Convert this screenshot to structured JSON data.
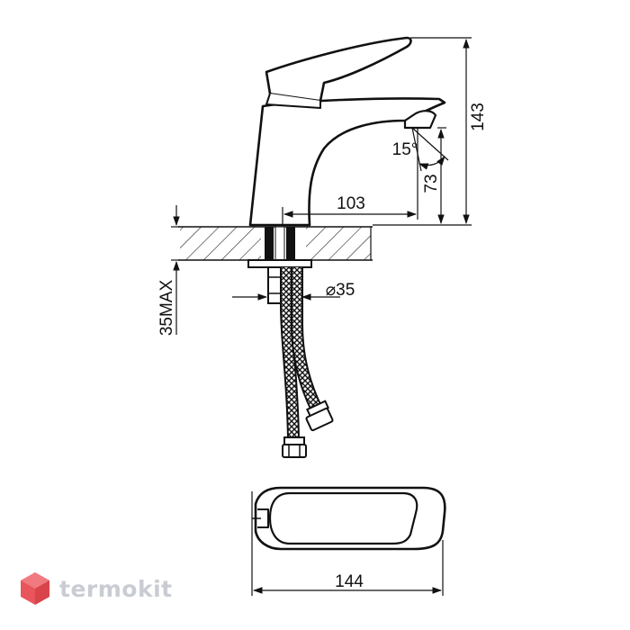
{
  "drawing": {
    "dimensions": {
      "height_total": "143",
      "spout_height": "73",
      "spout_reach": "103",
      "angle": "15°",
      "hole_diameter": "⌀35",
      "max_thickness": "35MAX",
      "handle_length": "144"
    }
  },
  "brand": {
    "name": "termokit",
    "logo_color": "#e8555c",
    "text_color": "#c9ccd3"
  }
}
